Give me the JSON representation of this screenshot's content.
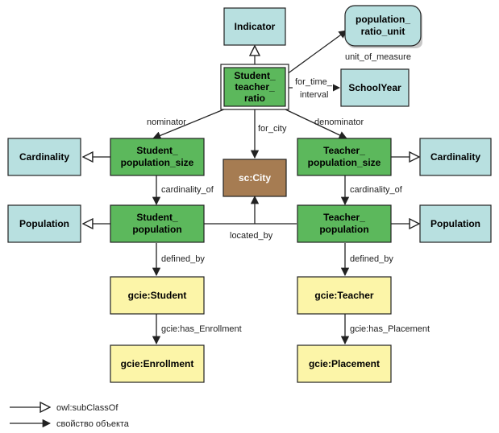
{
  "colors": {
    "green": "#5cb85c",
    "cyan": "#b8e0e0",
    "yellow": "#fcf5a8",
    "brown": "#a67c52",
    "stroke": "#222222"
  },
  "nodes": {
    "indicator": "Indicator",
    "ratio_unit": [
      "population_",
      "ratio_unit"
    ],
    "ratio": [
      "Student_",
      "teacher_",
      "ratio"
    ],
    "school_year": "SchoolYear",
    "card_left": "Cardinality",
    "stud_size": [
      "Student_",
      "population_size"
    ],
    "city": "sc:City",
    "teach_size": [
      "Teacher_",
      "population_size"
    ],
    "card_right": "Cardinality",
    "pop_left": "Population",
    "stud_pop": [
      "Student_",
      "population"
    ],
    "teach_pop": [
      "Teacher_",
      "population"
    ],
    "pop_right": "Population",
    "gcie_student": "gcie:Student",
    "gcie_teacher": "gcie:Teacher",
    "gcie_enrollment": "gcie:Enrollment",
    "gcie_placement": "gcie:Placement"
  },
  "edges": {
    "unit_of_measure": "unit_of_measure",
    "for_time_interval": [
      "for_time_",
      "interval"
    ],
    "nominator": "nominator",
    "for_city": "for_city",
    "denominator": "denominator",
    "cardinality_of_left": "cardinality_of",
    "cardinality_of_right": "cardinality_of",
    "located_by": "located_by",
    "defined_by_left": "defined_by",
    "defined_by_right": "defined_by",
    "has_enrollment": "gcie:has_Enrollment",
    "has_placement": "gcie:has_Placement"
  },
  "legend": {
    "subclass": "owl:subClassOf",
    "property": "свойство объекта"
  }
}
